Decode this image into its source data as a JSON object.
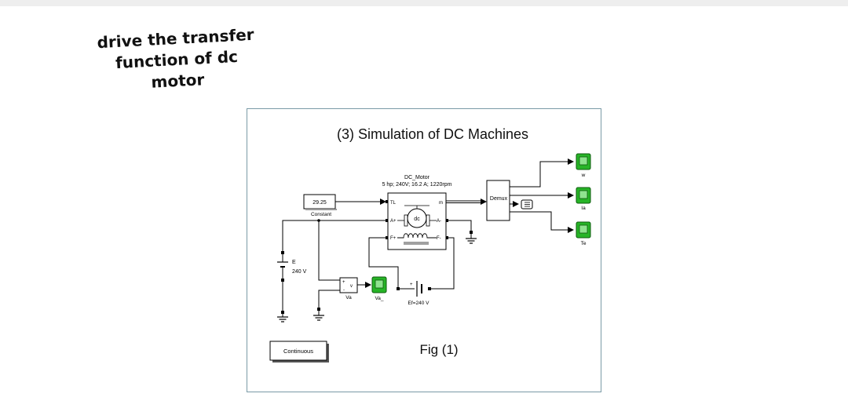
{
  "annotation": {
    "lines": [
      "drive the transfer",
      "function of dc",
      "motor"
    ]
  },
  "diagram": {
    "title": "(3) Simulation of DC Machines",
    "caption": "Fig (1)",
    "motor": {
      "name": "DC_Motor",
      "rating": "5 hp;  240V;  16.2 A;  1220rpm",
      "symbol": "dc",
      "ports": {
        "tl": "TL",
        "m": "m",
        "a_plus": "A+",
        "a_minus": "A-",
        "f_plus": "F+",
        "f_minus": "F-"
      }
    },
    "constant": {
      "value": "29.25",
      "label": "Constant"
    },
    "source_e": {
      "name": "E",
      "value": "240 V"
    },
    "field_source": {
      "label": "Ef=240 V"
    },
    "voltmeter": {
      "label": "Va",
      "plus": "+",
      "minus": "-",
      "v": "v"
    },
    "scopes": {
      "va": "Va_",
      "w": "w",
      "ia": "Ia",
      "te": "Te"
    },
    "demux": {
      "label": "Demux"
    },
    "solver": {
      "label": "Continuous"
    }
  },
  "colors": {
    "scope": "#27b427",
    "frame": "#7a9aa6",
    "wire": "#000000"
  }
}
